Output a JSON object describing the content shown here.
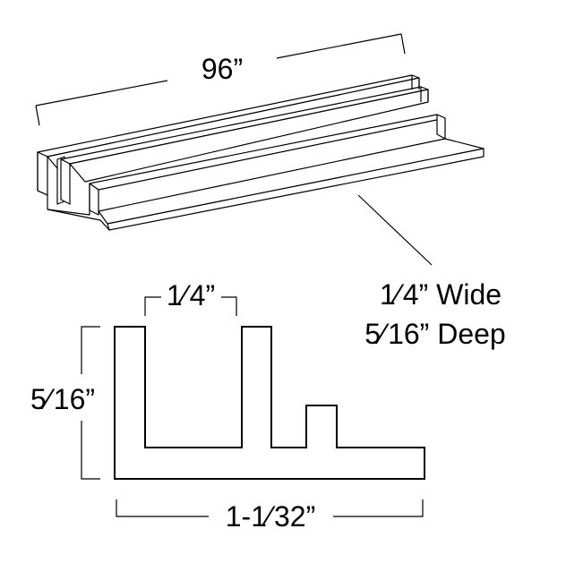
{
  "labels": {
    "length": "96”",
    "channel_width": "1⁄ 4”",
    "spec_line1": "1⁄ 4” Wide",
    "spec_line2": "5⁄ 16” Deep",
    "profile_height": "5⁄ 16”",
    "profile_width": "1-1⁄ 32”"
  }
}
